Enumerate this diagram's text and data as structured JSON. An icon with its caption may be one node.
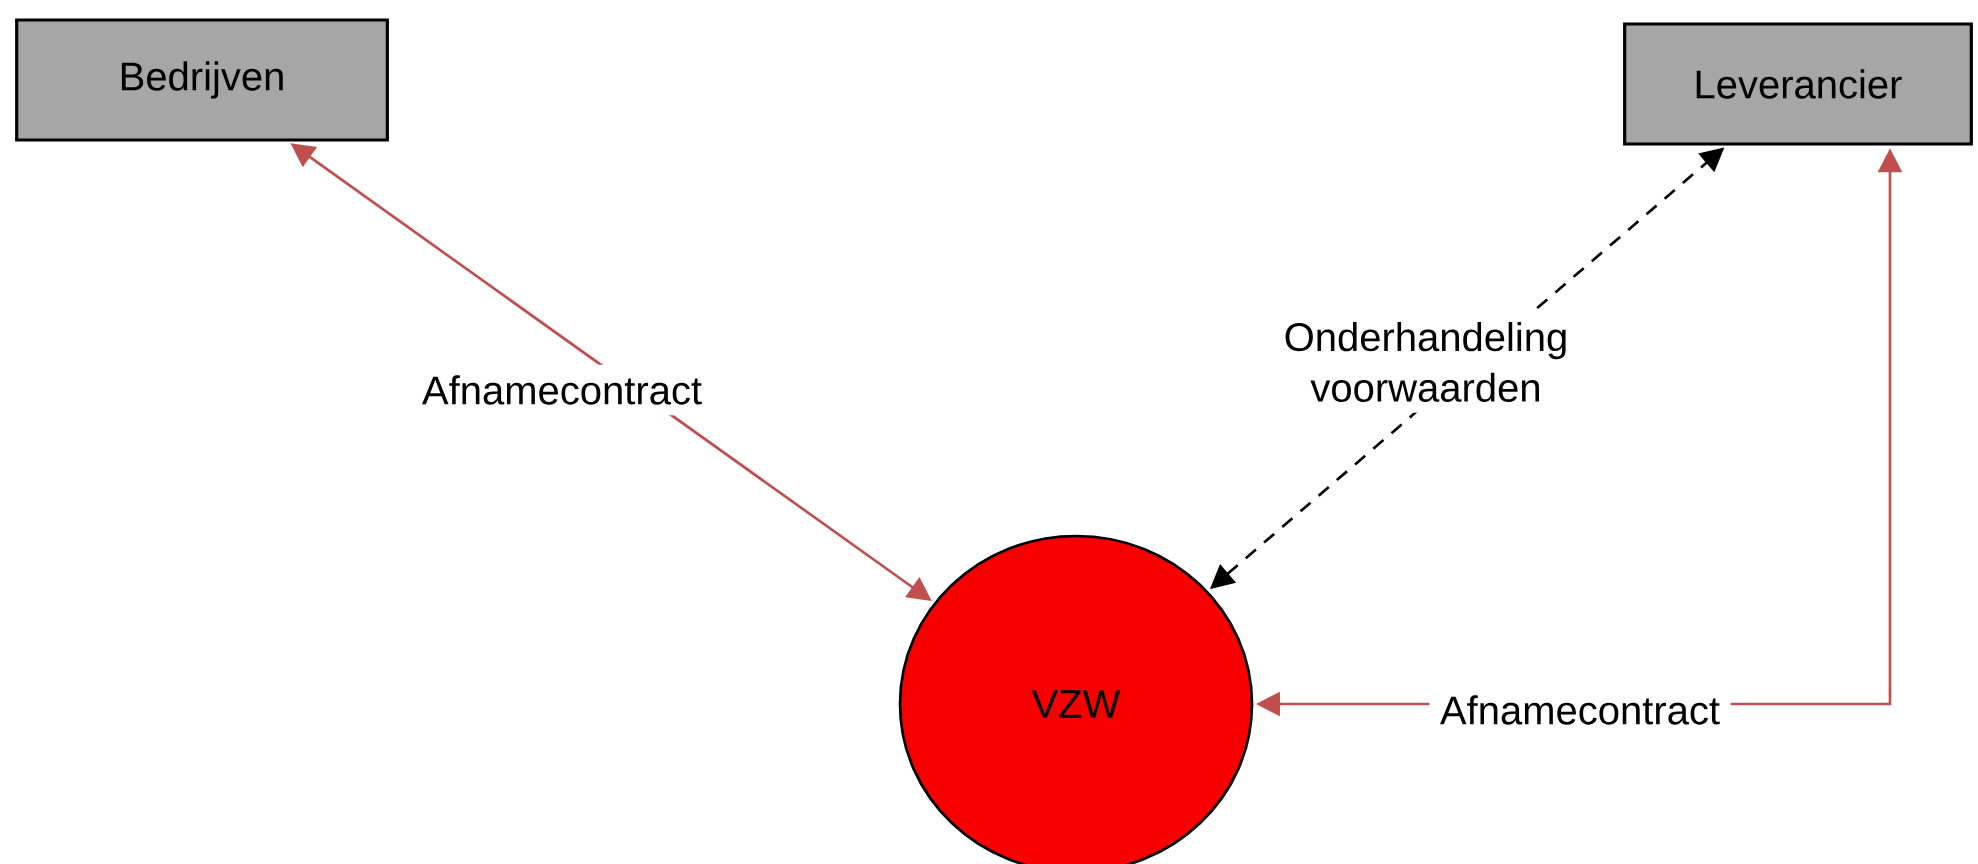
{
  "diagram": {
    "nodes": [
      {
        "text": [
          "Bedrijven"
        ]
      },
      {
        "text": [
          "Leverancier"
        ]
      },
      {
        "text": [
          "VZW"
        ]
      }
    ],
    "edges": [
      {
        "from": 0,
        "to": 2,
        "arrow": "both",
        "label": "Afnamecontract"
      },
      {
        "from": 2,
        "to": 1,
        "arrow": "both",
        "label": "Onderhandeling voorwaarden",
        "style": "dashed",
        "color": "#000000"
      },
      {
        "from": 2,
        "to": 1,
        "arrow": "both",
        "label": "Afnamecontract"
      }
    ]
  }
}
